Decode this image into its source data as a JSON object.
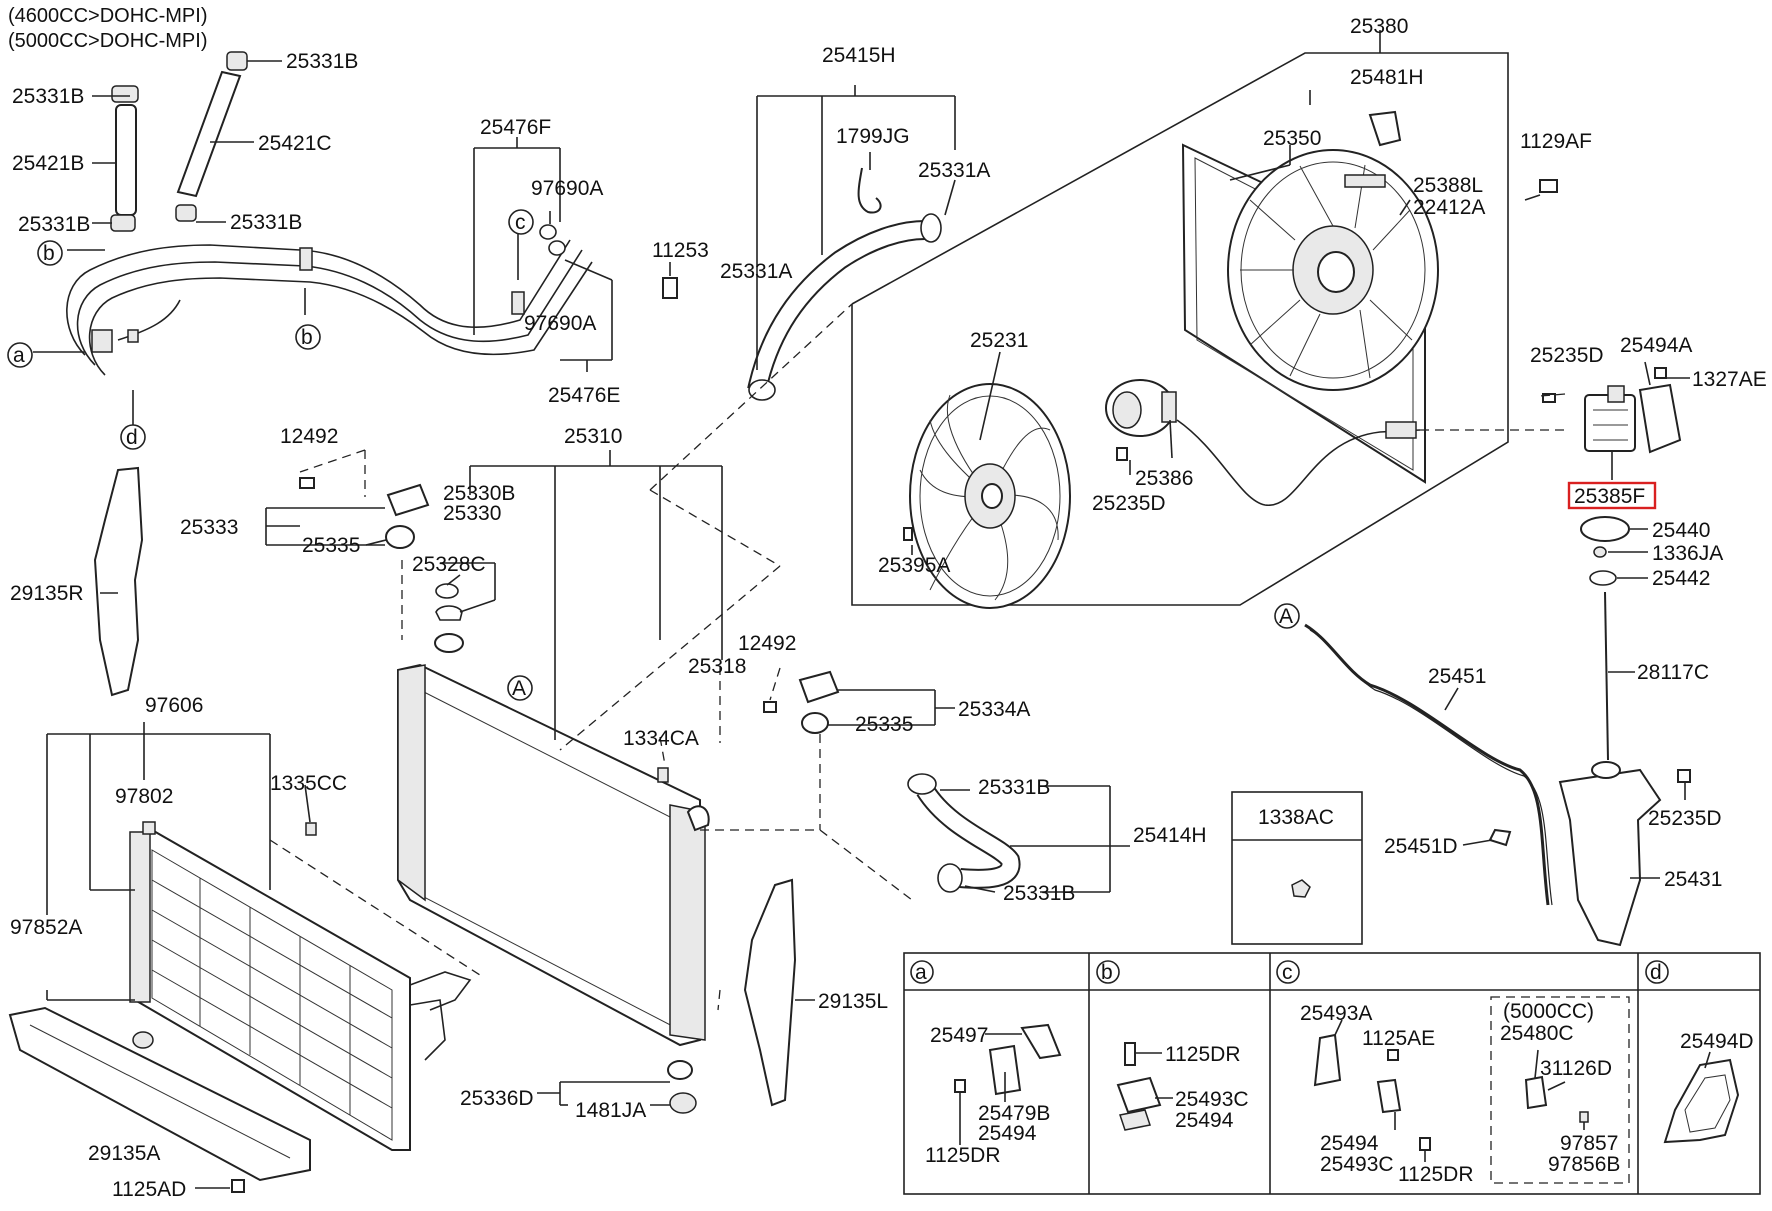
{
  "engine_notes": [
    "(4600CC>DOHC-MPI)",
    "(5000CC>DOHC-MPI)"
  ],
  "highlighted_part": "25385F",
  "parts": {
    "p25331B_1": "25331B",
    "p25331B_2": "25331B",
    "p25331B_3": "25331B",
    "p25331B_4": "25331B",
    "p25331B_5": "25331B",
    "p25331B_6": "25331B",
    "p25421B": "25421B",
    "p25421C": "25421C",
    "p25476F": "25476F",
    "p97690A_1": "97690A",
    "p97690A_2": "97690A",
    "p25476E": "25476E",
    "p11253": "11253",
    "p25415H": "25415H",
    "p1799JG": "1799JG",
    "p25331A_1": "25331A",
    "p25331A_2": "25331A",
    "p25380": "25380",
    "p25481H": "25481H",
    "p25350": "25350",
    "p25388L": "25388L",
    "p22412A": "22412A",
    "p1129AF": "1129AF",
    "p25231": "25231",
    "p25235D_1": "25235D",
    "p25494A": "25494A",
    "p1327AE": "1327AE",
    "p25386": "25386",
    "p25235D_2": "25235D",
    "p25395A": "25395A",
    "p25440": "25440",
    "p1336JA": "1336JA",
    "p25442": "25442",
    "p12492_1": "12492",
    "p25310": "25310",
    "p25330B": "25330B",
    "p25330": "25330",
    "p25333": "25333",
    "p25335_1": "25335",
    "p25328C": "25328C",
    "p29135R": "29135R",
    "p12492_2": "12492",
    "p25318": "25318",
    "p25334A": "25334A",
    "p25335_2": "25335",
    "p1334CA": "1334CA",
    "p97606": "97606",
    "p97802": "97802",
    "p1335CC": "1335CC",
    "p97852A": "97852A",
    "p25414H": "25414H",
    "p1338AC": "1338AC",
    "p25451": "25451",
    "p28117C": "28117C",
    "p25451D": "25451D",
    "p25235D_3": "25235D",
    "p25431": "25431",
    "p29135L": "29135L",
    "p25336D": "25336D",
    "p1481JA": "1481JA",
    "p29135A": "29135A",
    "p1125AD": "1125AD"
  },
  "callouts": {
    "a": "a",
    "b": "b",
    "c": "c",
    "d": "d",
    "A": "A"
  },
  "detail_table": {
    "col_a": "a",
    "col_b": "b",
    "col_c": "c",
    "col_d": "d",
    "a_parts": [
      "25497",
      "25479B",
      "25494",
      "1125DR"
    ],
    "b_parts": [
      "1125DR",
      "25493C",
      "25494"
    ],
    "c_parts": [
      "25493A",
      "1125AE",
      "25494",
      "25493C",
      "1125DR"
    ],
    "c_variant": "(5000CC)",
    "c_variant_parts": [
      "25480C",
      "31126D",
      "97857",
      "97856B"
    ],
    "d_parts": [
      "25494D"
    ]
  }
}
